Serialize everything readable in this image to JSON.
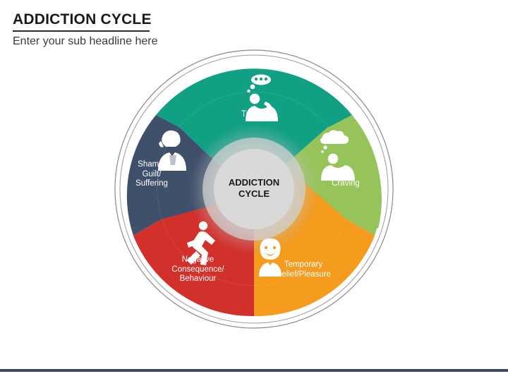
{
  "header": {
    "title": "ADDICTION CYCLE",
    "subtitle": "Enter your sub headline here"
  },
  "diagram": {
    "center_label": "ADDICTION\nCYCLE",
    "segments": [
      {
        "id": "trigger",
        "label": "Trigger",
        "color": "#12a085",
        "icon": "person-thought-bubble-icon"
      },
      {
        "id": "craving",
        "label": "Craving",
        "color": "#97c45a",
        "icon": "person-cloud-thought-icon"
      },
      {
        "id": "temporary-relief-pleasure",
        "label": "Temporary\nRelief/Pleasure",
        "color": "#f59b1e",
        "icon": "happy-face-icon"
      },
      {
        "id": "negative-consequence-behaviour",
        "label": "Negative\nConsequence/\nBehaviour",
        "color": "#d1302b",
        "icon": "running-person-icon"
      },
      {
        "id": "shame-guilt-suffering",
        "label": "Shame/\nGuilt/\nSuffering",
        "color": "#3f506b",
        "icon": "crying-person-icon"
      }
    ],
    "colors": {
      "ring_outline": "#7f7f7f",
      "inner_hub": "#d9d9d9",
      "center_text": "#1a1a1a",
      "title_rule": "#2b2b2b",
      "bottom_bar": "#3a4b63"
    }
  }
}
